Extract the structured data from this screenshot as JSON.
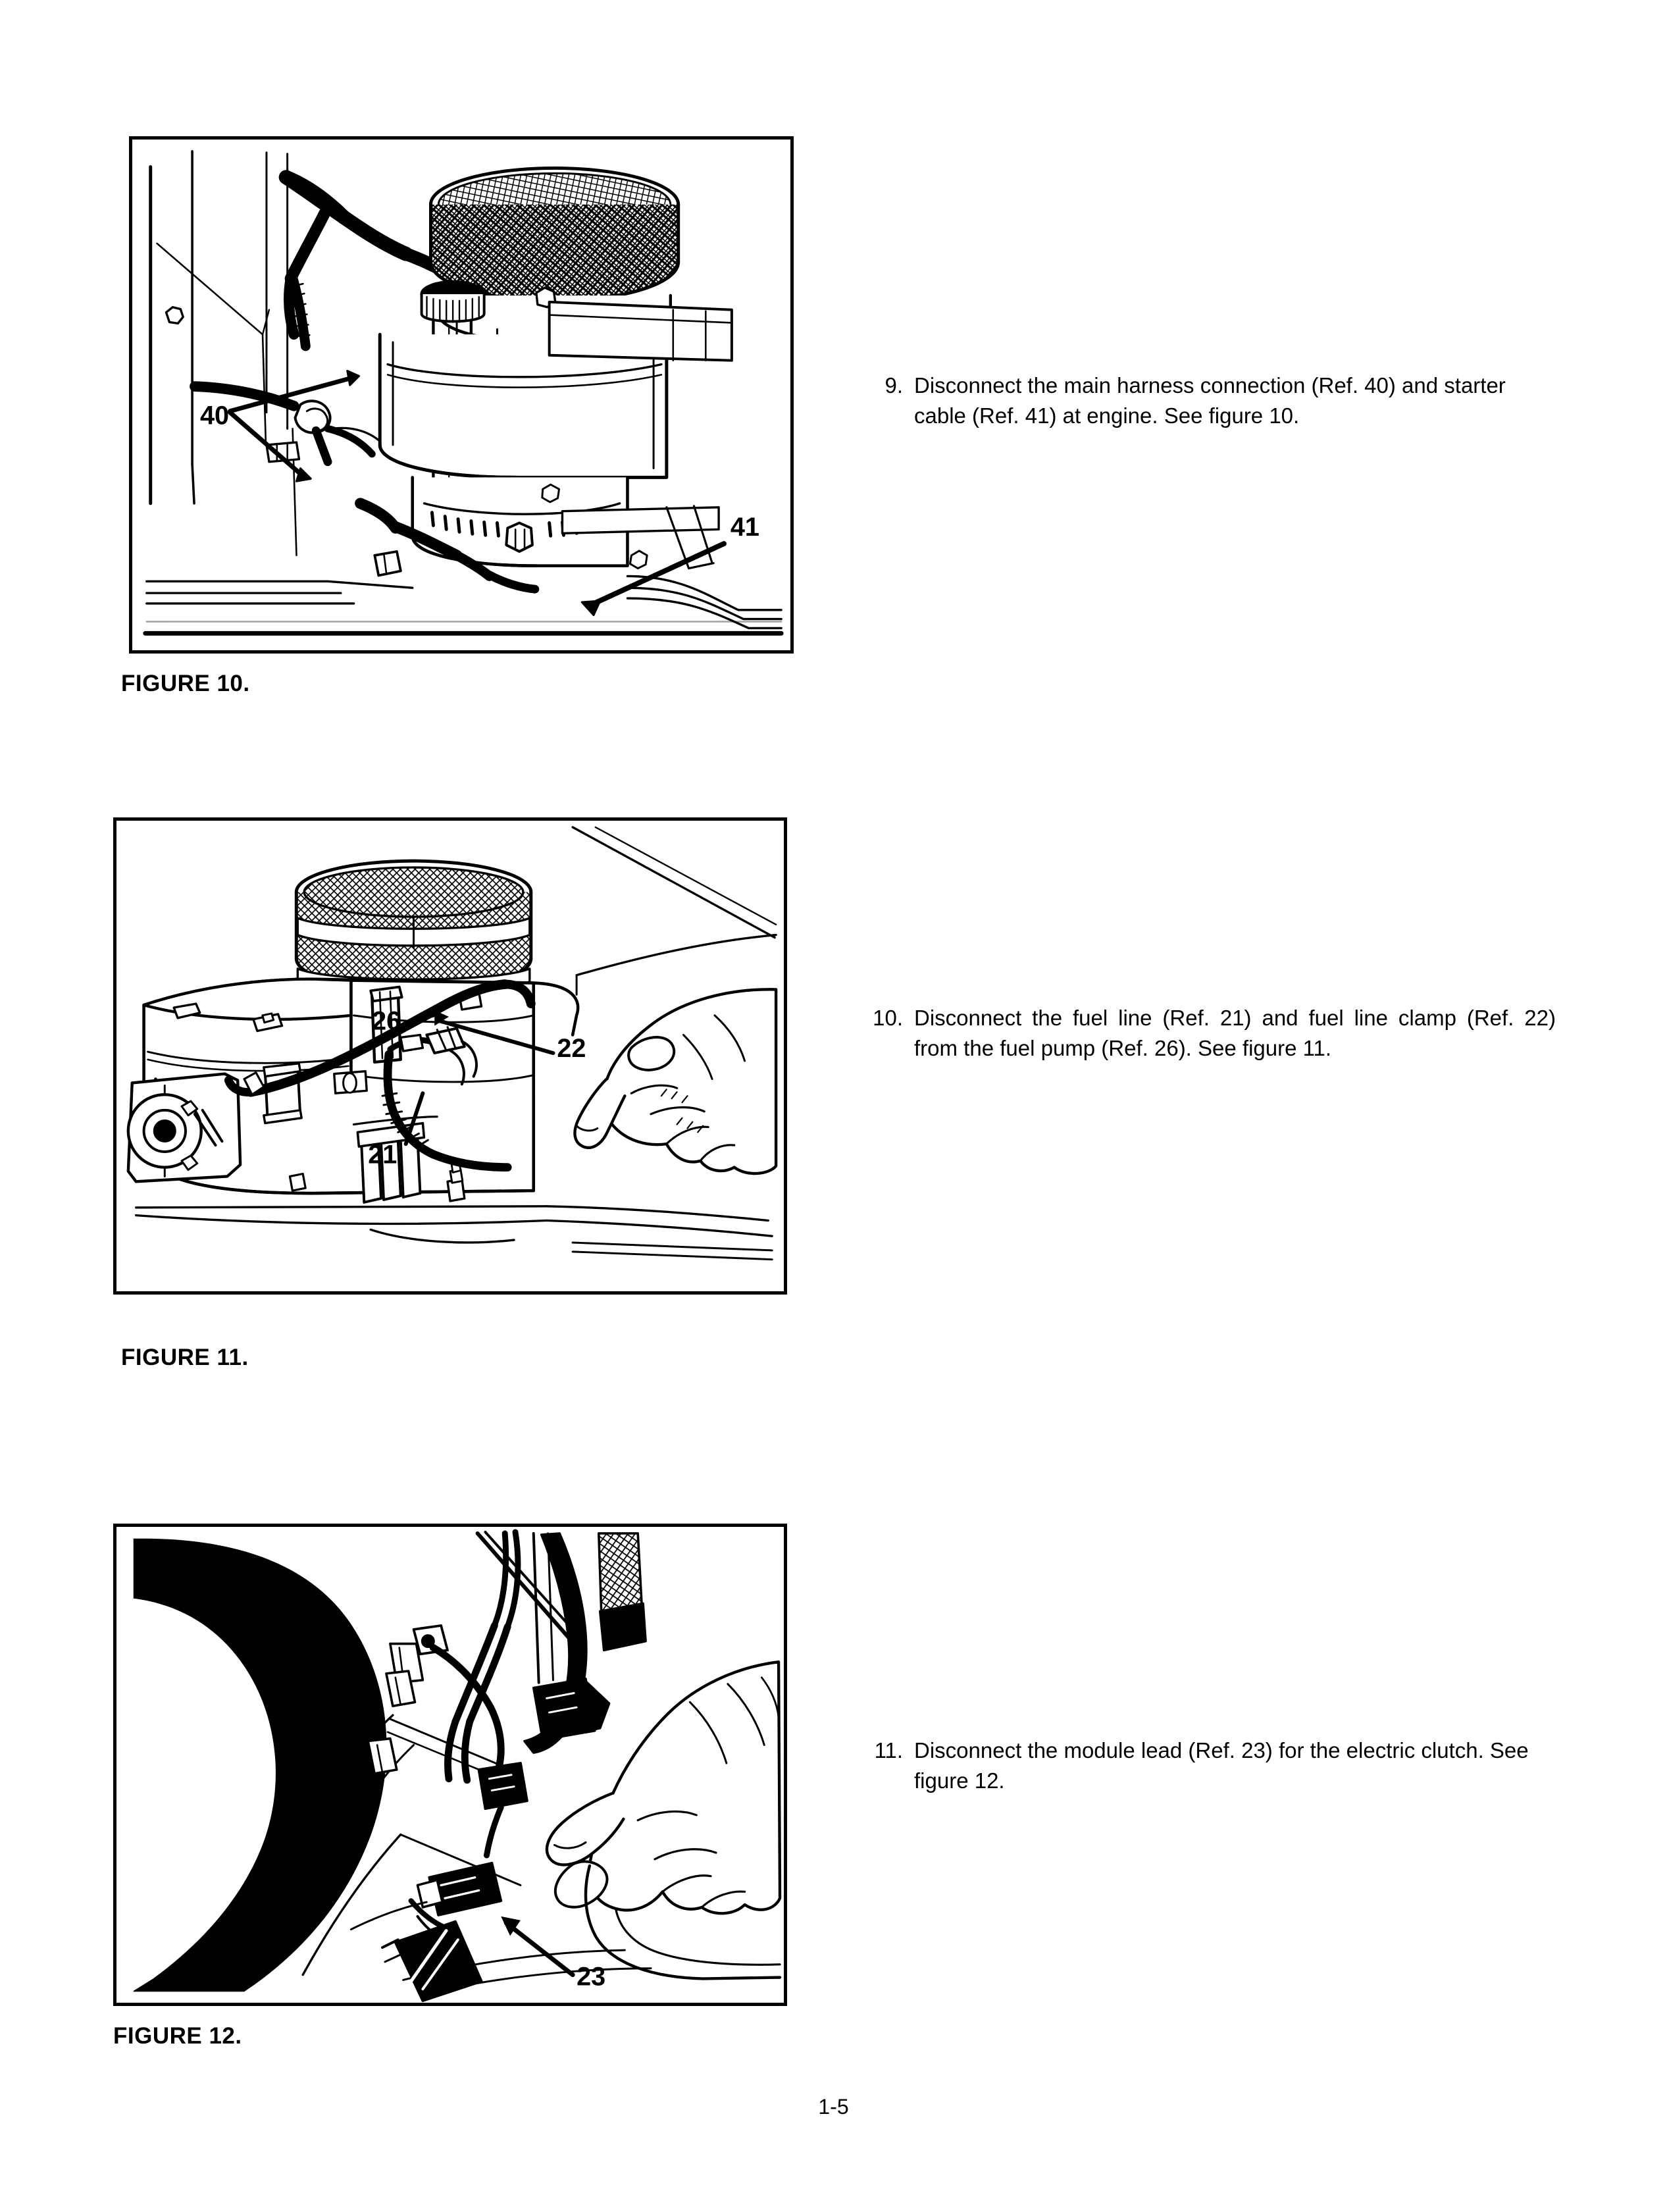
{
  "document": {
    "page_number": "1-5"
  },
  "figures": [
    {
      "id": "figure-10",
      "caption": "FIGURE 10.",
      "callouts": [
        {
          "label": "40"
        },
        {
          "label": "41"
        }
      ],
      "subject": "engine-compartment-main-harness-and-starter-cable"
    },
    {
      "id": "figure-11",
      "caption": "FIGURE 11.",
      "callouts": [
        {
          "label": "26"
        },
        {
          "label": "22"
        },
        {
          "label": "21"
        }
      ],
      "subject": "engine-fuel-line-fuel-line-clamp-and-fuel-pump"
    },
    {
      "id": "figure-12",
      "caption": "FIGURE 12.",
      "callouts": [
        {
          "label": "23"
        }
      ],
      "subject": "electric-clutch-module-lead"
    }
  ],
  "steps": [
    {
      "number": "9.",
      "text": "Disconnect the main harness connection (Ref. 40) and starter cable (Ref. 41) at engine. See figure 10."
    },
    {
      "number": "10.",
      "text": "Disconnect the fuel line (Ref. 21) and fuel line clamp (Ref. 22) from the fuel pump (Ref. 26). See figure 11."
    },
    {
      "number": "11.",
      "text": "Disconnect the module lead (Ref. 23) for the electric clutch. See figure 12."
    }
  ],
  "colors": {
    "ink": "#000000",
    "paper": "#ffffff"
  }
}
